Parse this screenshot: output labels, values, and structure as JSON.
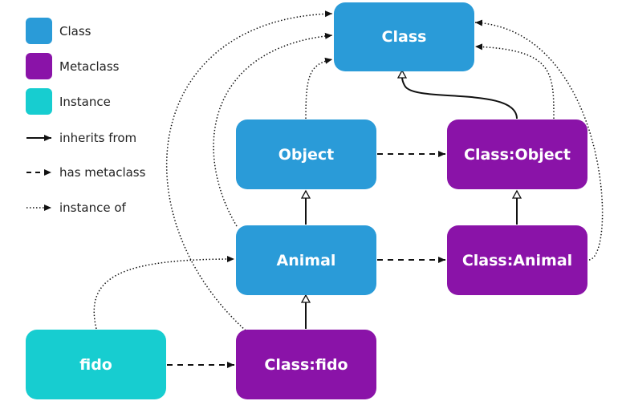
{
  "colors": {
    "class": "#2a9bd8",
    "metaclass": "#8a13a8",
    "instance": "#17cdd0",
    "edge": "#111111"
  },
  "legend": {
    "class_label": "Class",
    "metaclass_label": "Metaclass",
    "instance_label": "Instance",
    "inherits_label": "inherits from",
    "metaclass_edge_label": "has metaclass",
    "instance_edge_label": "instance of"
  },
  "nodes": {
    "class": {
      "label": "Class",
      "kind": "class"
    },
    "object": {
      "label": "Object",
      "kind": "class"
    },
    "class_object": {
      "label": "Class:Object",
      "kind": "metaclass"
    },
    "animal": {
      "label": "Animal",
      "kind": "class"
    },
    "class_animal": {
      "label": "Class:Animal",
      "kind": "metaclass"
    },
    "fido": {
      "label": "fido",
      "kind": "instance"
    },
    "class_fido": {
      "label": "Class:fido",
      "kind": "metaclass"
    }
  },
  "edges": [
    {
      "from": "object",
      "to": "class_object",
      "type": "has metaclass"
    },
    {
      "from": "animal",
      "to": "class_animal",
      "type": "has metaclass"
    },
    {
      "from": "fido",
      "to": "class_fido",
      "type": "has metaclass"
    },
    {
      "from": "animal",
      "to": "object",
      "type": "inherits from"
    },
    {
      "from": "class_animal",
      "to": "class_object",
      "type": "inherits from"
    },
    {
      "from": "class_fido",
      "to": "animal",
      "type": "inherits from"
    },
    {
      "from": "class_object",
      "to": "class",
      "type": "inherits from"
    },
    {
      "from": "object",
      "to": "class",
      "type": "instance of"
    },
    {
      "from": "class_object",
      "to": "class",
      "type": "instance of"
    },
    {
      "from": "class_animal",
      "to": "class",
      "type": "instance of"
    },
    {
      "from": "animal",
      "to": "class",
      "type": "instance of"
    },
    {
      "from": "class_fido",
      "to": "class",
      "type": "instance of"
    },
    {
      "from": "fido",
      "to": "animal",
      "type": "instance of"
    }
  ]
}
